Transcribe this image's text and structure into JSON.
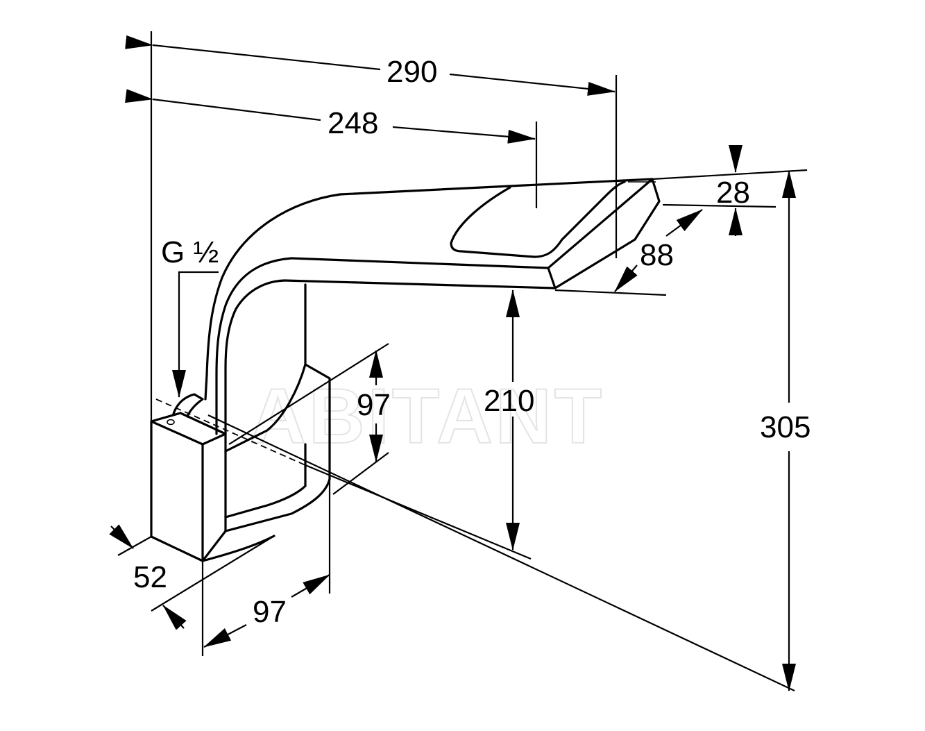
{
  "watermark": "ABITANT",
  "thread_label": "G ½",
  "dimensions": {
    "overall_length": "290",
    "spout_outlet_length": "248",
    "spout_thickness": "28",
    "spout_width": "88",
    "overall_height": "305",
    "clearance_height": "210",
    "base_height": "97",
    "base_depth": "97",
    "base_width": "52"
  }
}
